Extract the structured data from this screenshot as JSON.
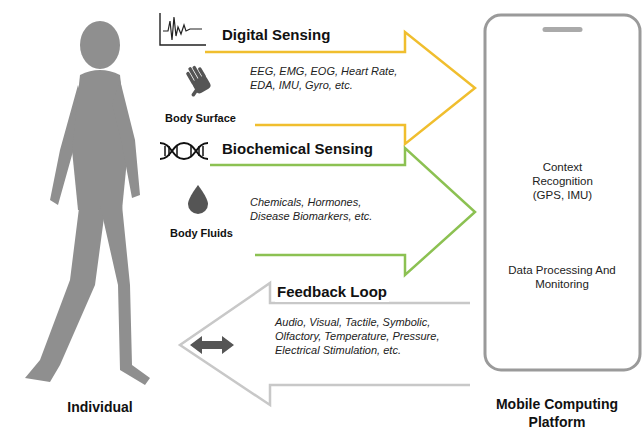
{
  "diagram": {
    "nodes": [
      {
        "text": [
          "Individual"
        ]
      },
      {
        "text": [
          "Digital Sensing",
          "EEG, EMG, EOG, Heart Rate, EDA, IMU, Gyro, etc.",
          "Body Surface"
        ]
      },
      {
        "text": [
          "Biochemical Sensing",
          "Chemicals, Hormones, Disease Biomarkers, etc.",
          "Body Fluids"
        ]
      },
      {
        "text": [
          "Feedback Loop",
          "Audio, Visual, Tactile, Symbolic, Olfactory, Temperature, Pressure, Electrical Stimulation, etc."
        ]
      },
      {
        "text": [
          "Mobile Computing Platform"
        ]
      },
      {
        "text": [
          "Context Recognition (GPS, IMU)"
        ],
        "in": 4
      },
      {
        "text": [
          "Data Processing And Monitoring"
        ],
        "in": 4
      }
    ]
  }
}
